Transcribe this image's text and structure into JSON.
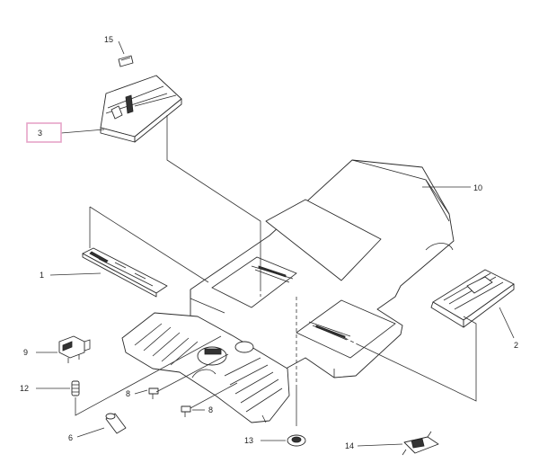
{
  "highlight_color": "#e6a3c8",
  "line_color": "#2a2a2a",
  "highlighted_callout": "3",
  "callouts": [
    {
      "id": "15",
      "label": "15"
    },
    {
      "id": "3",
      "label": "3"
    },
    {
      "id": "10",
      "label": "10"
    },
    {
      "id": "1",
      "label": "1"
    },
    {
      "id": "2",
      "label": "2"
    },
    {
      "id": "9",
      "label": "9"
    },
    {
      "id": "12",
      "label": "12"
    },
    {
      "id": "8a",
      "label": "8"
    },
    {
      "id": "8b",
      "label": "8"
    },
    {
      "id": "6",
      "label": "6"
    },
    {
      "id": "13",
      "label": "13"
    },
    {
      "id": "14",
      "label": "14"
    }
  ]
}
